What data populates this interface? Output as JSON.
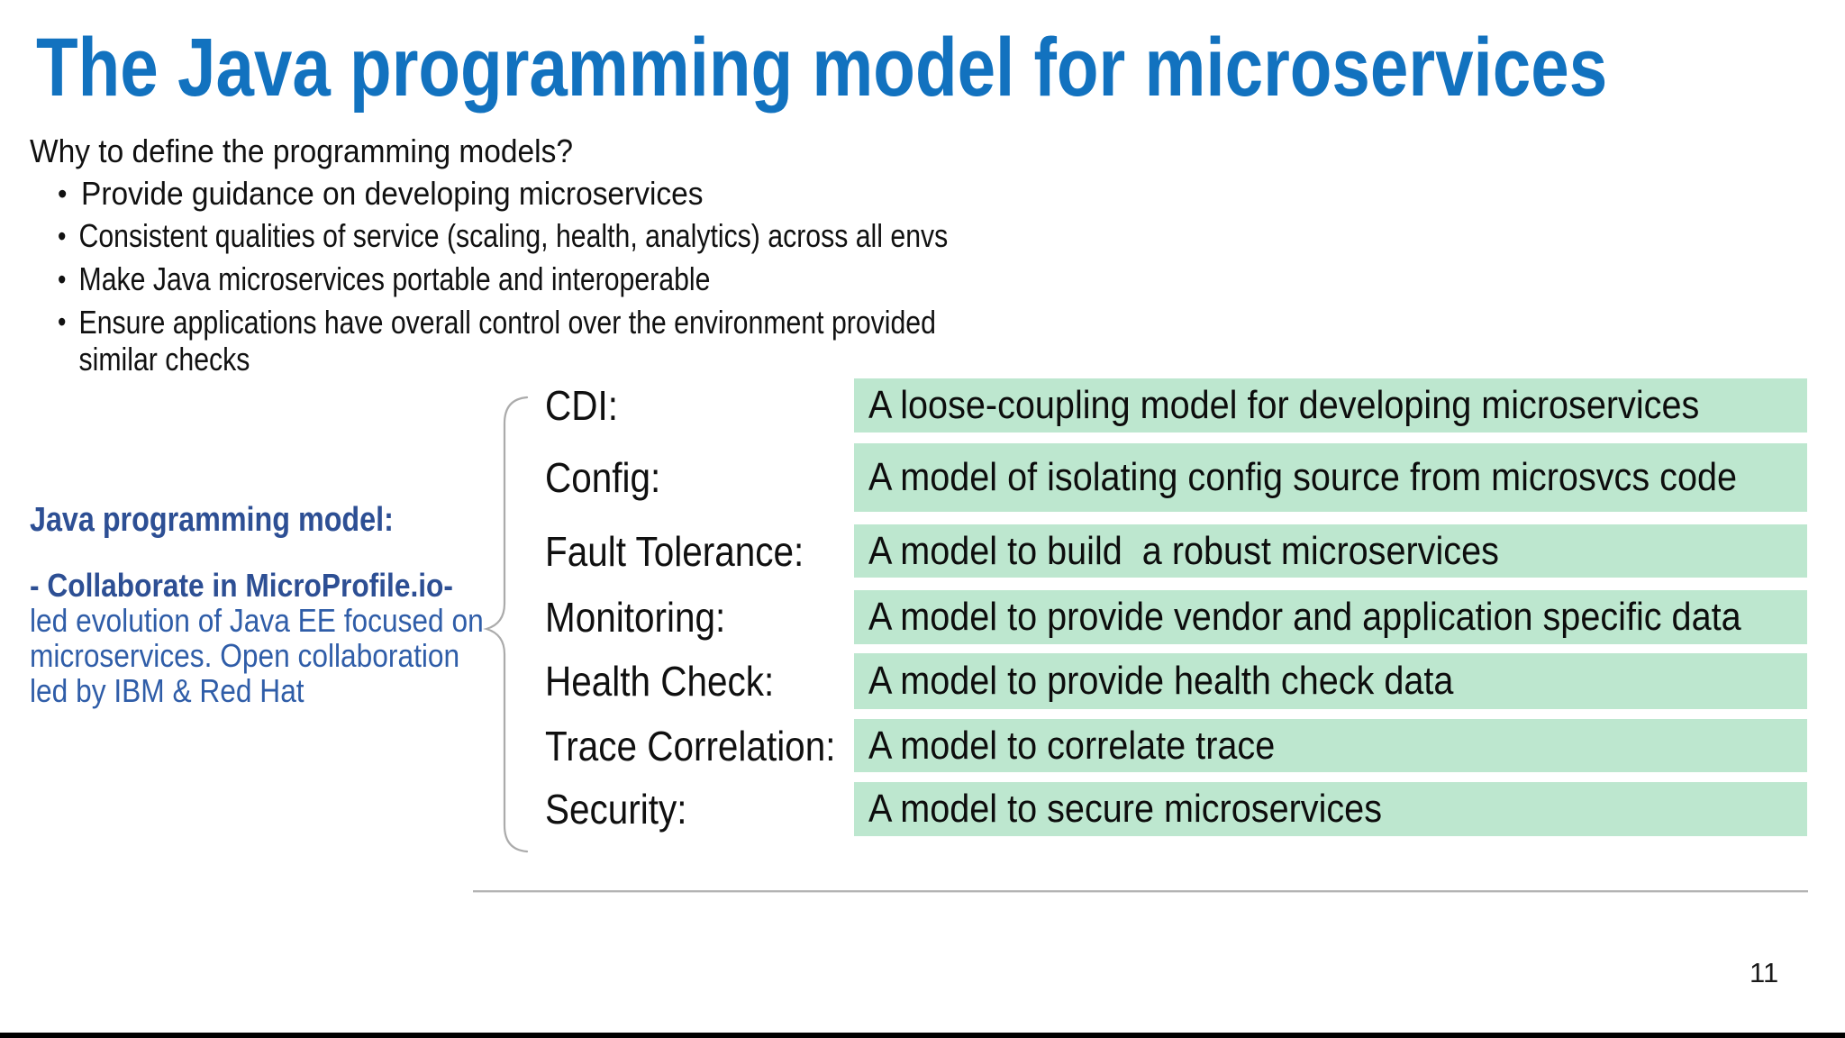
{
  "slide": {
    "title": "The Java programming model for microservices",
    "subtitle": "Why to define the programming models?",
    "bullets": [
      "Provide guidance on developing microservices",
      "Consistent qualities of service (scaling, health, analytics) across all envs",
      "Make Java microservices portable and interoperable",
      "Ensure applications have overall control over the environment provided\nsimilar checks"
    ],
    "sidebar": {
      "heading": "Java programming model:",
      "emphasis_line": "- Collaborate in MicroProfile.io-",
      "body_lines": [
        "led evolution of Java EE focused on",
        "microservices. Open collaboration",
        "led by IBM & Red Hat"
      ]
    },
    "rows": [
      {
        "label": "CDI:",
        "desc": "A loose-coupling model for developing microservices"
      },
      {
        "label": "Config:",
        "desc": "A model of isolating config source from microsvcs code"
      },
      {
        "label": "Fault Tolerance:",
        "desc": "A model to build  a robust microservices"
      },
      {
        "label": "Monitoring:",
        "desc": "A model to provide vendor and application specific data"
      },
      {
        "label": "Health Check:",
        "desc": "A model to provide health check data"
      },
      {
        "label": "Trace Correlation:",
        "desc": "A model to correlate trace"
      },
      {
        "label": "Security:",
        "desc": "A model to secure microservices"
      }
    ],
    "page_number": "11",
    "colors": {
      "title_blue": "#1272bf",
      "sidebar_blue_bold": "#2d4f94",
      "sidebar_blue": "#2f5da8",
      "box_green": "#bde7cf",
      "brace_gray": "#b3b3b3",
      "text_black": "#111111"
    }
  }
}
